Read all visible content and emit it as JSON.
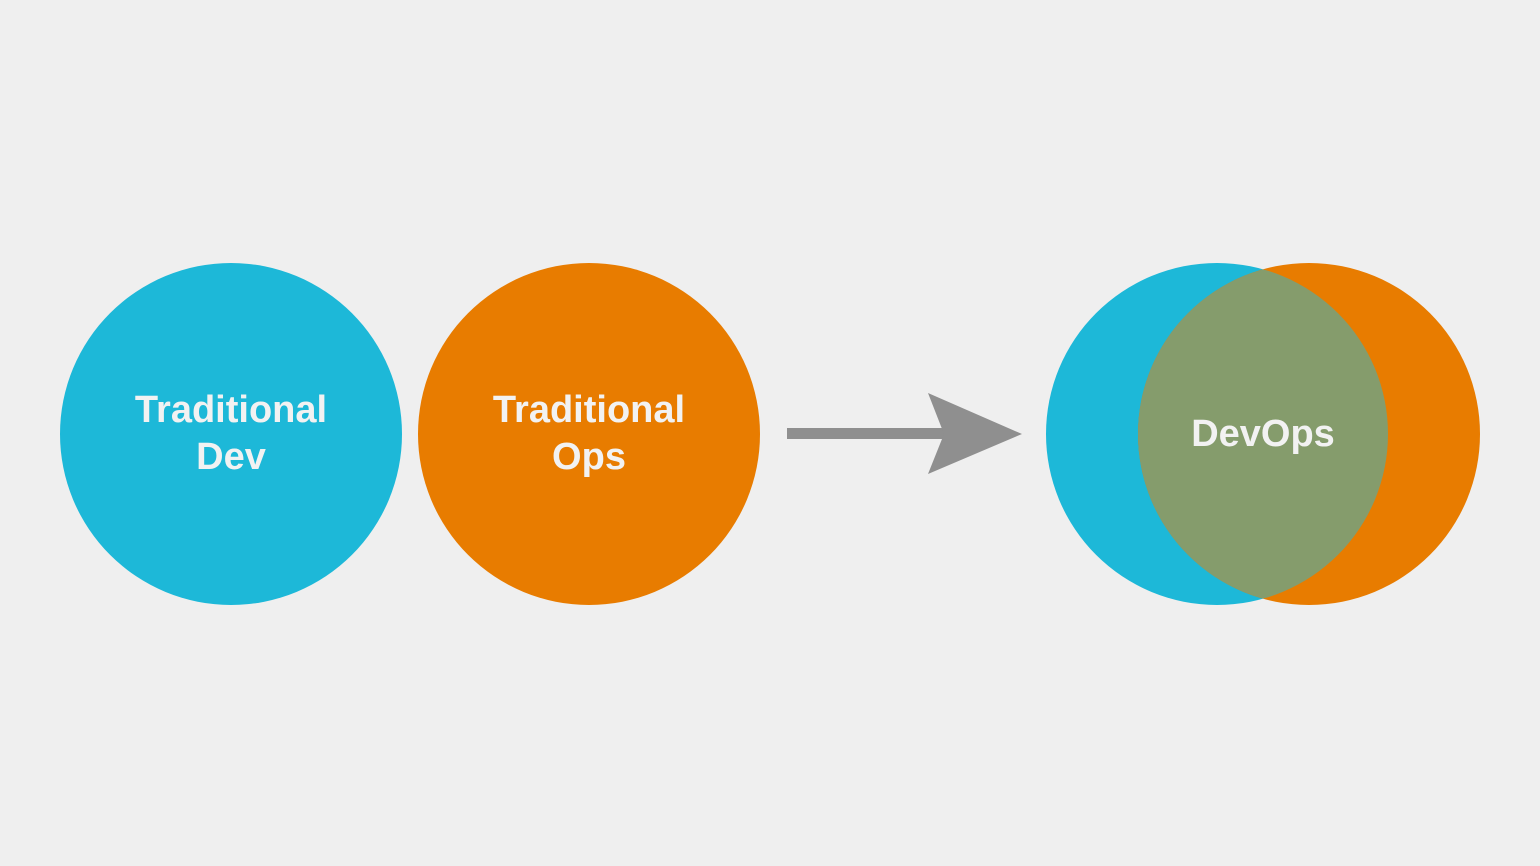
{
  "colors": {
    "background": "#efefef",
    "dev": "#1db8d8",
    "ops": "#e87c00",
    "overlap": "#859c6c",
    "arrow": "#8f8f8f",
    "label": "#f2f2f2"
  },
  "dev_circle": {
    "line1": "Traditional",
    "line2": "Dev"
  },
  "ops_circle": {
    "line1": "Traditional",
    "line2": "Ops"
  },
  "arrow": {
    "icon": "arrow-right-icon"
  },
  "venn": {
    "overlap_label": "DevOps"
  }
}
